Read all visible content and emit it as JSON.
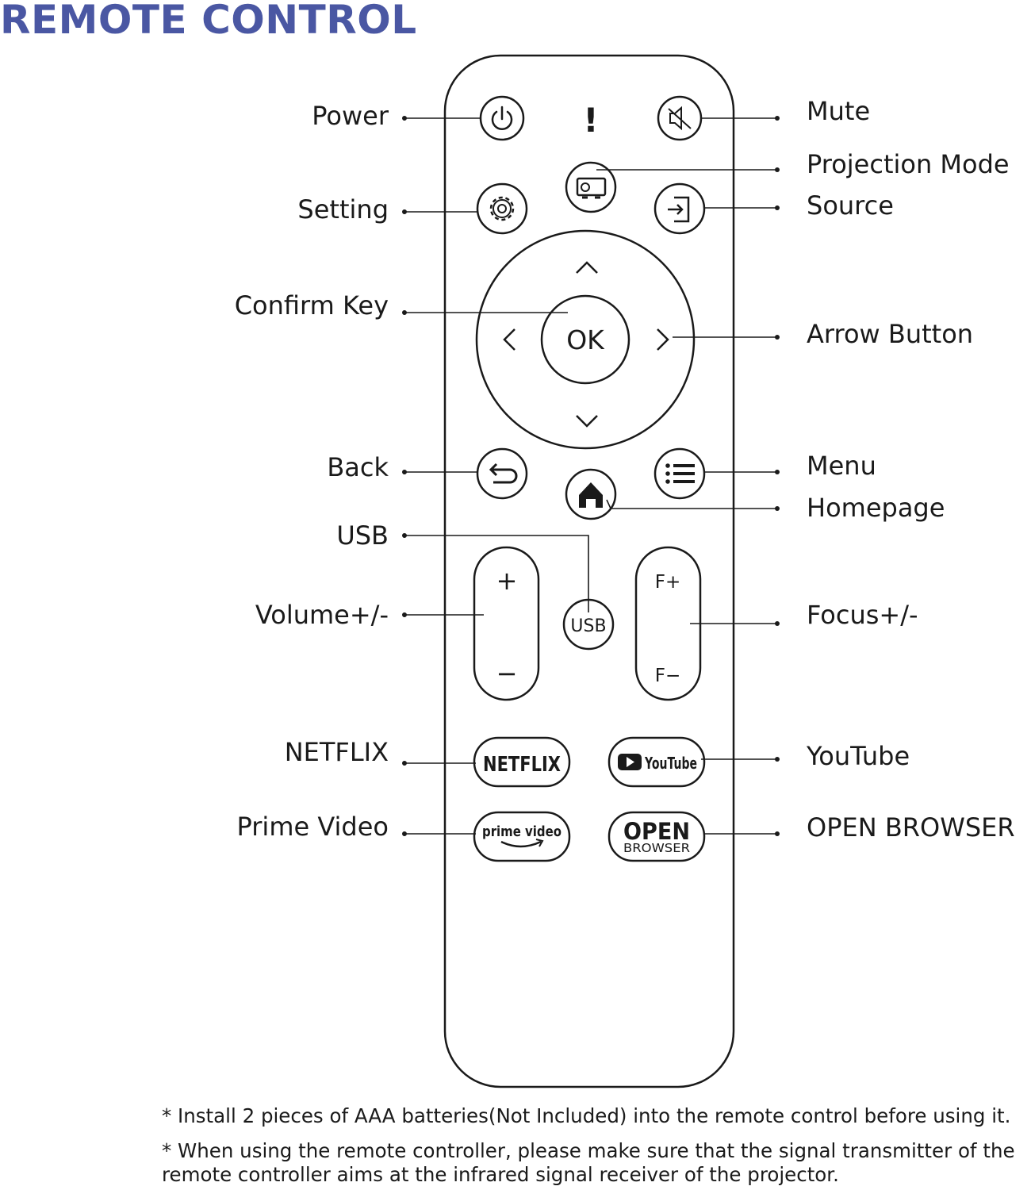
{
  "title": "REMOTE CONTROL",
  "labels": {
    "power": "Power",
    "setting": "Setting",
    "confirm_key": "Confirm Key",
    "back": "Back",
    "usb": "USB",
    "volume": "Volume+/-",
    "netflix": "NETFLIX",
    "prime_video": "Prime Video",
    "mute": "Mute",
    "projection_mode": "Projection Mode",
    "source": "Source",
    "arrow_button": "Arrow Button",
    "menu": "Menu",
    "homepage": "Homepage",
    "focus": "Focus+/-",
    "youtube": "YouTube",
    "open_browser": "OPEN BROWSER"
  },
  "buttons": {
    "ok": "OK",
    "indicator": "!",
    "volume_up": "+",
    "volume_down": "−",
    "usb": "USB",
    "focus_up": "F+",
    "focus_down": "F−",
    "netflix": "NETFLIX",
    "youtube": "YouTube",
    "prime_video": "prime video",
    "open": "OPEN",
    "browser": "BROWSER"
  },
  "icons": {
    "power": "power-icon",
    "mute": "mute-icon",
    "setting": "gear-icon",
    "projection_mode": "projector-icon",
    "source": "source-input-icon",
    "back": "back-arrow-icon",
    "home": "home-icon",
    "menu": "menu-list-icon",
    "youtube_play": "youtube-play-icon",
    "amazon_smile": "amazon-smile-icon"
  },
  "notes": [
    "* Install 2 pieces of AAA batteries(Not Included) into the remote control before using it.",
    "* When using the remote controller, please make sure that the signal transmitter of the",
    "remote controller aims at the infrared signal receiver of the projector."
  ],
  "colors": {
    "title": "#4a57a3",
    "ink": "#1a1a1a",
    "background": "#ffffff"
  }
}
